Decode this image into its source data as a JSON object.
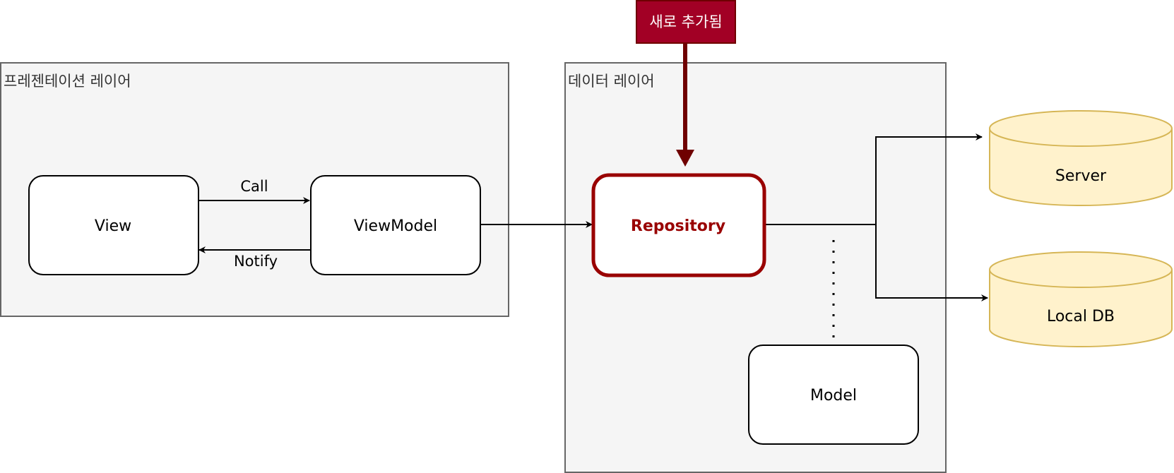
{
  "colors": {
    "layer_fill": "#f5f5f5",
    "layer_stroke": "#666666",
    "node_fill": "#ffffff",
    "node_stroke": "#000000",
    "accent": "#990000",
    "badge_fill": "#a20025",
    "badge_stroke": "#6f0000",
    "badge_arrow": "#6f0000",
    "db_fill": "#fff2cc",
    "db_stroke": "#d6b656"
  },
  "layers": {
    "presentation": {
      "title": "프레젠테이션 레이어"
    },
    "data": {
      "title": "데이터 레이어"
    }
  },
  "nodes": {
    "view": "View",
    "viewmodel": "ViewModel",
    "repository": "Repository",
    "model": "Model",
    "server": "Server",
    "local_db": "Local DB"
  },
  "edges": {
    "call": "Call",
    "notify": "Notify"
  },
  "badge": {
    "label": "새로 추가됨"
  }
}
